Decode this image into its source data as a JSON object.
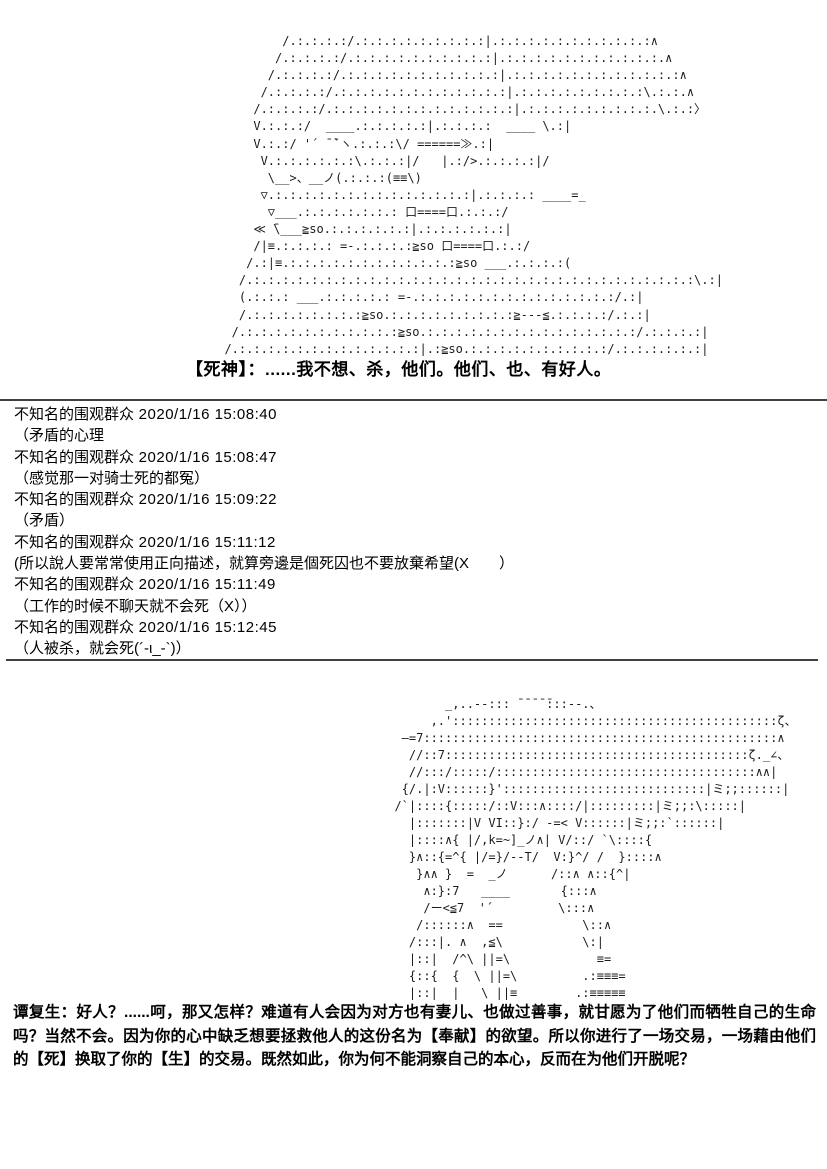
{
  "page": {
    "background": "#ffffff",
    "text_color": "#000000",
    "divider_color": "#404040"
  },
  "top_art": {
    "description": "death-god-ascii-art",
    "lines": [
      "          /.:.:.:.:/.:.:.:.:.:.:.:.:.:|.:.:.:.:.:.:.:.:.:.:.:∧",
      "         /.:.:.:.:/.:.:.:.:.:.:.:.:.:.:|.:.:.:.:.:.:.:.:.:.:.:.∧",
      "        /.:.:.:.:/.:.:.:.:.:.:.:.:.:.:.:|.:.:.:.:.:.:.:.:.:.:.:.:∧",
      "       /.:.:.:.:/.:.:.:.:.:.:.:.:.:.:.:.:|.:.:.:.:.:.:.:.:.:\\.:.:.∧",
      "      /.:.:.:.:/.:.:.:.:.:.:.:.:.:.:.:.:.:|.:.:.:.:.:.:.:.:.:.\\.:.:〉",
      "      V.:.:.:/  ____.:.:.:.:.:|.:.:.:.:  ____ \\.:|",
      "      V.:.:/ '´ ̄ ̄`ヽ.:.:.:\\/ ======≫.:|",
      "       V.:.:.:.:.:.:\\.:.:.:|/   |.:/>.:.:.:.:|/",
      "        \\__>、__ノ(.:.:.:(≡≡\\)",
      "       ▽.:.:.:.:.:.:.:.:.:.:.:.:.:.:|.:.:.:.: ____=_",
      "        ▽___.:.:.:.:.:.:.: 口====口.:.:.:/",
      "      ≪ ̄\\___≧so.:.:.:.:.:.:|.:.:.:.:.:.:|",
      "      /|≡.:.:.:.: =-.:.:.:.:≧so 口====口.:.:/",
      "     /.:|≡.:.:.:.:.:.:.:.:.:.:.:.:≧so ___.:.:.:.:(",
      "    /.:.:.:.:.:.:.:.:.:.:.:.:.:.:.:.:.:.:.:.:.:.:.:.:.:.:.:.:.:.:.:\\.:|",
      "    (.:.:.: ___.:.:.:.:.: =-.:.:.:.:.:.:.:.:.:.:.:.:.:.:/.:|",
      "    /.:.:.:.:.:.:.:.:≧so.:.:.:.:.:.:.:.:.:≧---≦.:.:.:.:/.:.:|",
      "   /.:.:.:.:.:.:.:.:.:.:.:≧so.:.:.:.:.:.:.:.:.:.:.:.:.:.:.:/.:.:.:.:|",
      "  /.:.:.:.:.:.:.:.:.:.:.:.:.:|.:≧so.:.:.:.:.:.:.:.:.:.:/.:.:.:.:.:.:|"
    ]
  },
  "dialogue": {
    "text": "【死神】：......我不想、杀，他们。他们、也、有好人。"
  },
  "comments": {
    "entries": [
      {
        "author": "不知名的围观群众",
        "timestamp": "2020/1/16 15:08:40",
        "message": "（矛盾的心理"
      },
      {
        "author": "不知名的围观群众",
        "timestamp": "2020/1/16 15:08:47",
        "message": "（感觉那一对骑士死的都冤）"
      },
      {
        "author": "不知名的围观群众",
        "timestamp": "2020/1/16 15:09:22",
        "message": "（矛盾）"
      },
      {
        "author": "不知名的围观群众",
        "timestamp": "2020/1/16 15:11:12",
        "message": "(所以說人要常常使用正向描述，就算旁邊是個死囚也不要放棄希望(X　　）"
      },
      {
        "author": "不知名的围观群众",
        "timestamp": "2020/1/16 15:11:49",
        "message": "（工作的时候不聊天就不会死（X））"
      },
      {
        "author": "不知名的围观群众",
        "timestamp": "2020/1/16 15:12:45",
        "message": "（人被杀，就会死(´-ι_-`)）"
      }
    ]
  },
  "bottom_art": {
    "description": "tan-fusheng-ascii-art",
    "lines": [
      "         _,..-‐::: ̄ ̄ ̄ ̄ ̄:::‐-.、",
      "       ,.':::::::::::::::::::::::::::::::::::::::::::::ζ、",
      "   ―=7:::::::::::::::::::::::::::::::::::::::::::::::::∧",
      "    //::7::::::::::::::::::::::::::::::::::::::::::ζ._∠、",
      "    //:::/:::::/::::::::::::::::::::::::::::::::::::∧∧|",
      "   {/.|:V::::::}'::::::::::::::::::::::::::::|ミ;;::::::|",
      "  /`|::::{:::::/::V:::∧::::/|:::::::::|ミ;;:\\:::::|",
      "    |:::::::|V VI::}:/ -=< V::::::|ミ;;:`::::::|",
      "    |::::∧{ |/,k=~]_ノ∧| V/::/ `\\::::{",
      "    }∧::{=^{ |/=}/--T/  V:}^/ /  }::::∧",
      "     }∧∧ }  =  _ノ      /::∧ ∧::{^|",
      "      ∧:}:7   ____       {:::∧",
      "      /ー<≦7  '´         \\:::∧",
      "     /::::::∧  ==           \\::∧",
      "    /:::|. ∧  ,≦\\           \\:|",
      "    |::|  /^\\ ||=\\            ≡=",
      "    {::{  {  \\ ||=\\         .:≡≡≡=",
      "    |::|  |   \\ ||≡        .:≡≡≡≡≡"
    ]
  },
  "speech": {
    "text": "谭复生：好人？......呵，那又怎样？难道有人会因为对方也有妻儿、也做过善事，就甘愿为了他们而牺牲自己的生命吗？当然不会。因为你的心中缺乏想要拯救他人的这份名为【奉献】的欲望。所以你进行了一场交易，一场藉由他们的【死】换取了你的【生】的交易。既然如此，你为何不能洞察自己的本心，反而在为他们开脱呢？"
  }
}
